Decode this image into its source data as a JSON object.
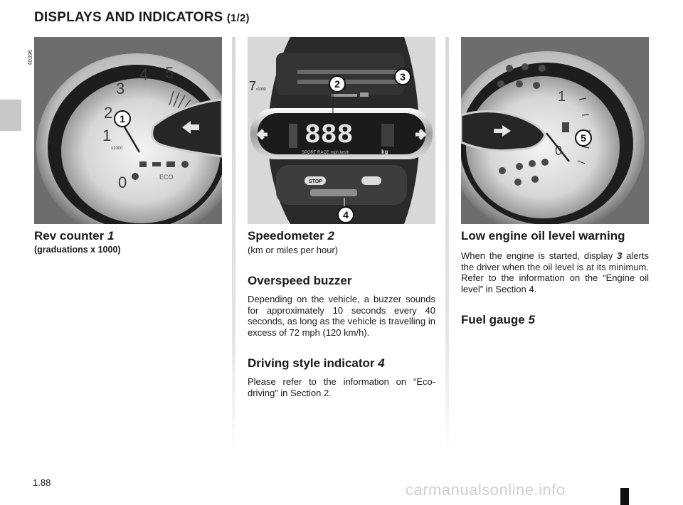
{
  "header": {
    "title": "DISPLAYS AND INDICATORS",
    "part": "(1/2)"
  },
  "figures": [
    {
      "id": "40396",
      "callouts": [
        "1"
      ],
      "dial_numbers": [
        "0",
        "1",
        "2",
        "3",
        "4",
        "5"
      ],
      "unit_label": "x1000",
      "eco_label": "ECO"
    },
    {
      "id": "40395",
      "callouts": [
        "2",
        "3",
        "4"
      ],
      "digits": "888",
      "mode_text": "SPORT RACE  mph  km/h",
      "kg": "kg",
      "stop_label": "STOP",
      "side_number": "7",
      "side_unit": "x1000"
    },
    {
      "id": "36504",
      "callouts": [
        "5"
      ],
      "dial_numbers": [
        "0",
        "1"
      ]
    }
  ],
  "left": {
    "title": "Rev counter",
    "num": "1",
    "sub": "(graduations x 1000)"
  },
  "middle": {
    "title": "Speedometer",
    "num": "2",
    "sub": "(km or miles per hour)",
    "sections": [
      {
        "title": "Overspeed buzzer",
        "num": "",
        "text": "Depending on the vehicle, a buzzer sounds for approximately 10 seconds every 40 seconds, as long as the vehi­cle is travelling in excess of 72 mph (120 km/h)."
      },
      {
        "title": "Driving style indicator",
        "num": "4",
        "text": "Please refer to the information on “Eco-driving” in Section 2."
      }
    ]
  },
  "right": {
    "title": "Low engine oil level warning",
    "text_before": "When the engine is started, display ",
    "num": "3",
    "text_after": " alerts the driver when the oil level is at its minimum. Refer to the information on the “Engine oil level” in Section 4.",
    "fuel_title": "Fuel gauge",
    "fuel_num": "5"
  },
  "footer": {
    "page": "1.88",
    "watermark": "carmanualsonline.info"
  }
}
